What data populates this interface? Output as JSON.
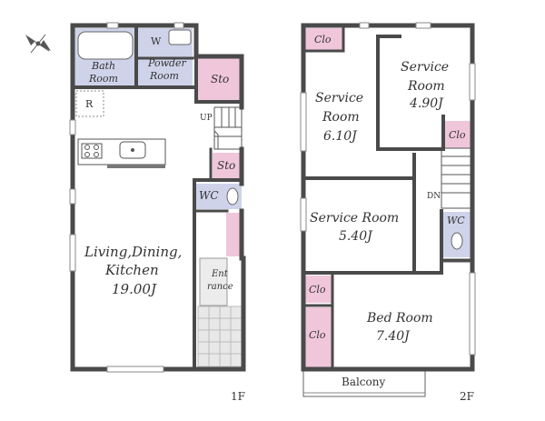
{
  "floors": [
    {
      "label": "1F",
      "rooms": [
        {
          "key": "w",
          "lines": [
            "W"
          ],
          "fill": "#cfd3ea"
        },
        {
          "key": "bath",
          "lines": [
            "Bath",
            "Room"
          ],
          "fill": "#cfd3ea"
        },
        {
          "key": "powder",
          "lines": [
            "Powder",
            "Room"
          ],
          "fill": "#cfd3ea"
        },
        {
          "key": "sto1",
          "lines": [
            "Sto"
          ],
          "fill": "#efc6da"
        },
        {
          "key": "r",
          "lines": [
            "R"
          ],
          "fill": "none"
        },
        {
          "key": "up",
          "lines": [
            "UP"
          ],
          "fill": "none"
        },
        {
          "key": "sto2",
          "lines": [
            "Sto"
          ],
          "fill": "#efc6da"
        },
        {
          "key": "wc",
          "lines": [
            "WC"
          ],
          "fill": "#cfd3ea"
        },
        {
          "key": "ldk",
          "lines": [
            "Living,Dining,",
            "Kitchen",
            "19.00J"
          ],
          "fill": "none"
        },
        {
          "key": "ent",
          "lines": [
            "Ent",
            "rance"
          ],
          "fill": "#dcdcdc"
        }
      ]
    },
    {
      "label": "2F",
      "rooms": [
        {
          "key": "clo1",
          "lines": [
            "Clo"
          ],
          "fill": "#efc6da"
        },
        {
          "key": "svc1",
          "lines": [
            "Service",
            "Room",
            "6.10J"
          ],
          "fill": "none"
        },
        {
          "key": "svc2",
          "lines": [
            "Service",
            "Room",
            "4.90J"
          ],
          "fill": "none"
        },
        {
          "key": "clo2",
          "lines": [
            "Clo"
          ],
          "fill": "#efc6da"
        },
        {
          "key": "svc3",
          "lines": [
            "Service Room",
            "5.40J"
          ],
          "fill": "none"
        },
        {
          "key": "dn",
          "lines": [
            "DN"
          ],
          "fill": "none"
        },
        {
          "key": "wc2",
          "lines": [
            "WC"
          ],
          "fill": "#cfd3ea"
        },
        {
          "key": "clo3",
          "lines": [
            "Clo"
          ],
          "fill": "#efc6da"
        },
        {
          "key": "clo4",
          "lines": [
            "Clo"
          ],
          "fill": "#efc6da"
        },
        {
          "key": "bed",
          "lines": [
            "Bed Room",
            "7.40J"
          ],
          "fill": "none"
        },
        {
          "key": "balcony",
          "lines": [
            "Balcony"
          ],
          "fill": "none"
        }
      ]
    }
  ],
  "compass_icon": "north-arrow-icon"
}
